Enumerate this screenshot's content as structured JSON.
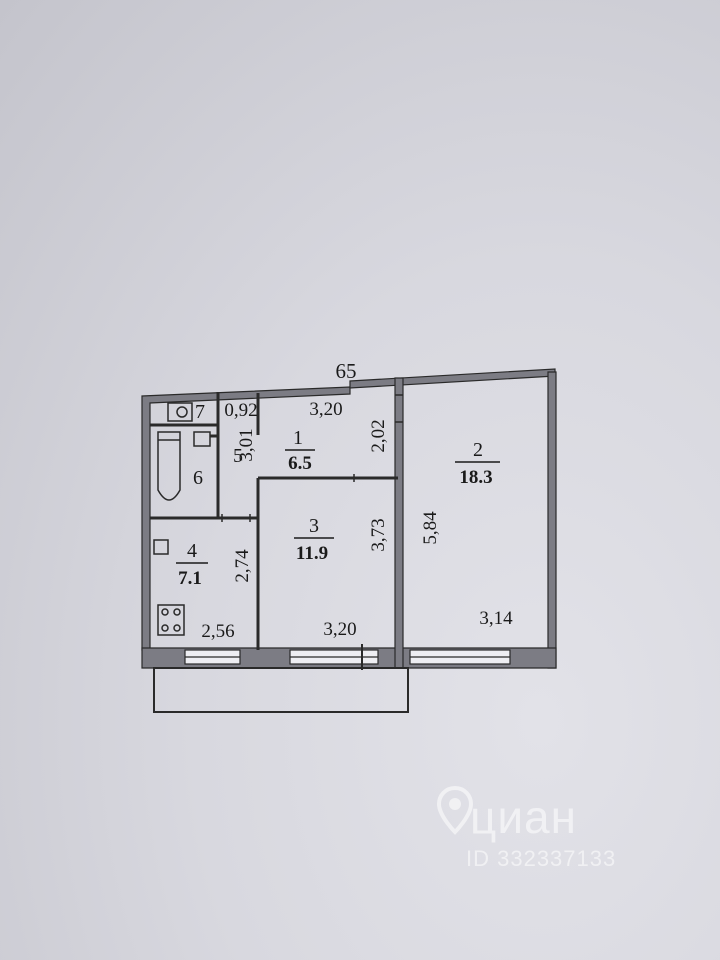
{
  "plan": {
    "top_dimension": "65",
    "rooms": [
      {
        "number": "1",
        "area": "6.5"
      },
      {
        "number": "2",
        "area": "18.3"
      },
      {
        "number": "3",
        "area": "11.9"
      },
      {
        "number": "4",
        "area": "7.1"
      },
      {
        "number": "5",
        "area": ""
      },
      {
        "number": "6",
        "area": ""
      },
      {
        "number": "7",
        "area": ""
      }
    ],
    "dimensions": {
      "d_092": "0,92",
      "d_320_top": "3,20",
      "d_301": "3,01",
      "d_202": "2,02",
      "d_584": "5,84",
      "d_373": "3,73",
      "d_274": "2,74",
      "d_256": "2,56",
      "d_320_bottom": "3,20",
      "d_314": "3,14"
    }
  },
  "watermark": {
    "brand": "циан",
    "listing_id": "ID 332337133"
  },
  "colors": {
    "wall": "#7c7c84",
    "line": "#2a2a2a",
    "paper": "#dcdce2"
  }
}
